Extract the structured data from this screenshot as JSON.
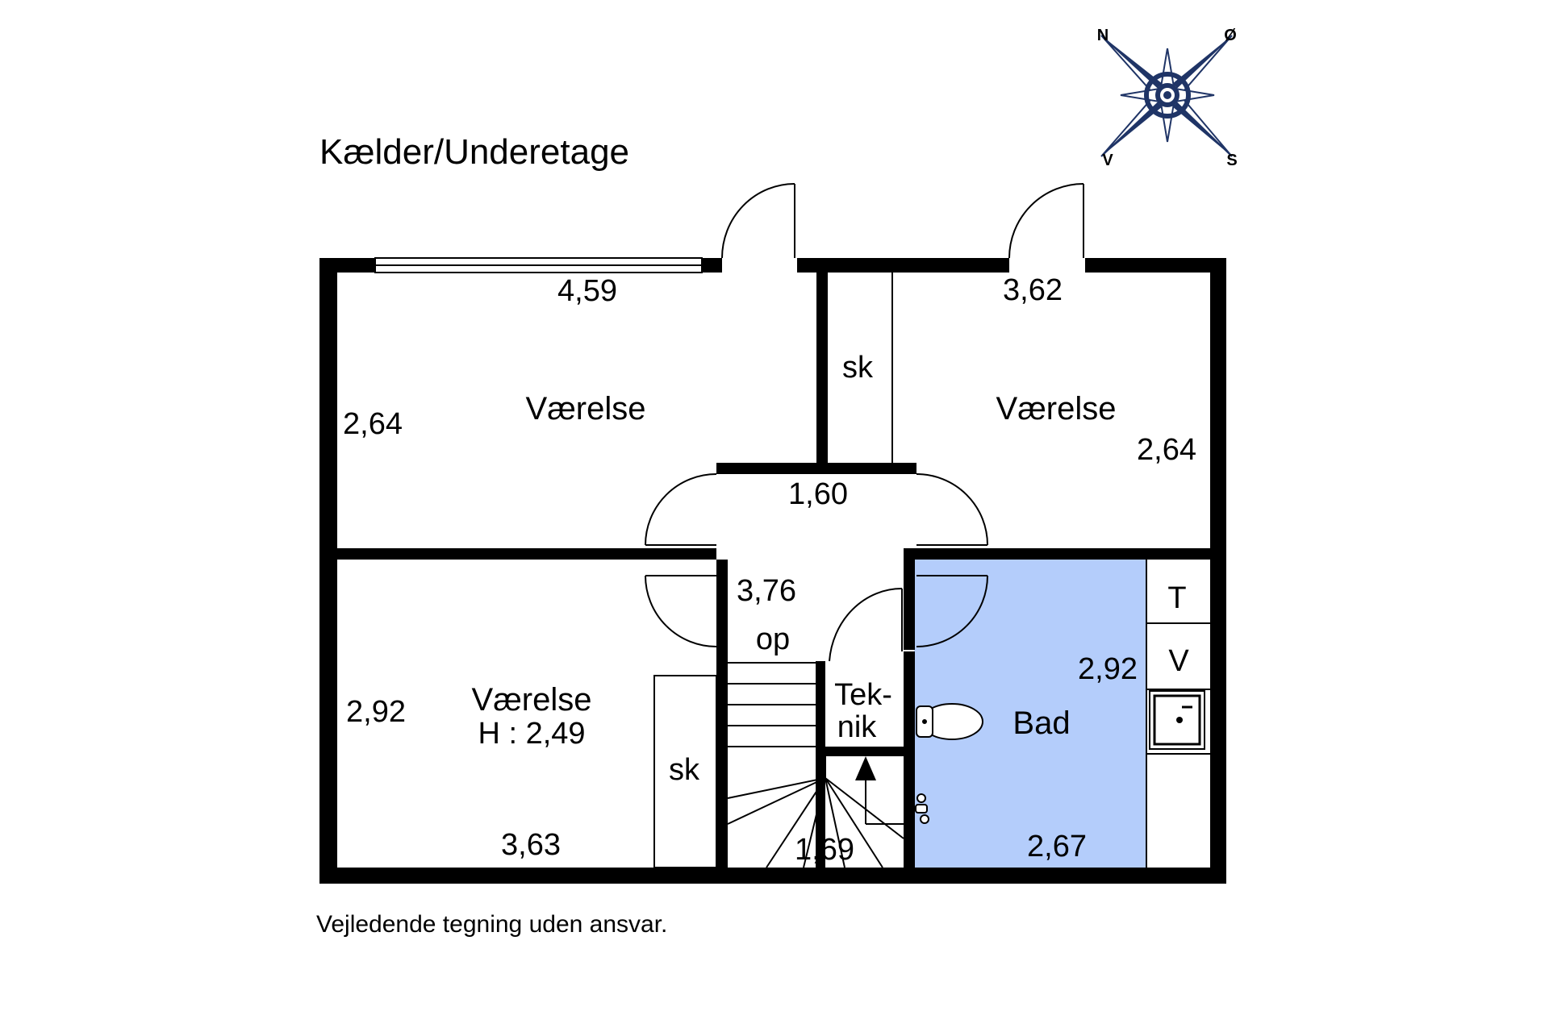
{
  "title": "Kælder/Underetage",
  "disclaimer": "Vejledende tegning uden ansvar.",
  "compass": {
    "n": "N",
    "e": "Ø",
    "w": "V",
    "s": "S"
  },
  "rooms": {
    "room_top_left": {
      "name": "Værelse",
      "width": "4,59",
      "depth": "2,64"
    },
    "room_top_right": {
      "name": "Værelse",
      "width": "3,62",
      "depth": "2,64"
    },
    "room_bottom_left": {
      "name": "Værelse",
      "height": "H : 2,49",
      "depth": "2,92",
      "width": "3,63"
    },
    "closet_top": {
      "name": "sk"
    },
    "closet_bottom": {
      "name": "sk"
    },
    "hall": {
      "width": "1,60",
      "depth": "3,76",
      "stair_label": "op",
      "stair_width": "1,69"
    },
    "technical": {
      "line1": "Tek-",
      "line2": "nik"
    },
    "bath": {
      "name": "Bad",
      "depth": "2,92",
      "width": "2,67",
      "dryer": "T",
      "washer": "V"
    }
  },
  "colors": {
    "wall": "#000000",
    "bath_fill": "#b4cdfb",
    "compass_navy": "#1f3466"
  }
}
